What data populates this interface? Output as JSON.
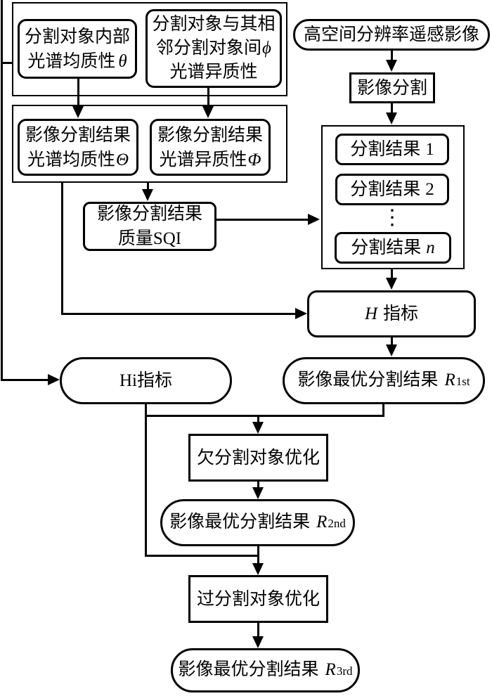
{
  "diagram": {
    "colors": {
      "line": "#000000",
      "background": "#ffffff"
    },
    "criteria_group": {
      "box_theta": {
        "line1": "分割对象内部",
        "line2": "光谱均质性",
        "symbol": "θ"
      },
      "box_phi": {
        "line1": "分割对象与其相",
        "line2": "邻分割对象间",
        "symbol": "ϕ",
        "line3": "光谱异质性"
      }
    },
    "result_criteria_group": {
      "box_big_theta": {
        "line1": "影像分割结果",
        "line2": "光谱均质性",
        "symbol": "Θ"
      },
      "box_big_phi": {
        "line1": "影像分割结果",
        "line2": "光谱异质性",
        "symbol": "Φ"
      }
    },
    "sqi_box": {
      "line1": "影像分割结果",
      "line2": "质量SQI"
    },
    "input_box": {
      "label": "高空间分辨率遥感影像"
    },
    "segment_box": {
      "label": "影像分割"
    },
    "results": {
      "items": [
        {
          "label": "分割结果",
          "suffix": "1"
        },
        {
          "label": "分割结果",
          "suffix": "2"
        },
        {
          "label": "分割结果",
          "suffix": "n"
        }
      ],
      "ellipsis": "⋮"
    },
    "h_index_box": {
      "symbol": "H",
      "label": "指标"
    },
    "hi_index_box": {
      "label": "Hi指标"
    },
    "r1_box": {
      "label": "影像最优分割结果",
      "symbol": "R",
      "sub": "1st"
    },
    "under_opt_box": {
      "label": "欠分割对象优化"
    },
    "r2_box": {
      "label": "影像最优分割结果",
      "symbol": "R",
      "sub": "2nd"
    },
    "over_opt_box": {
      "label": "过分割对象优化"
    },
    "r3_box": {
      "label": "影像最优分割结果",
      "symbol": "R",
      "sub": "3rd"
    }
  }
}
